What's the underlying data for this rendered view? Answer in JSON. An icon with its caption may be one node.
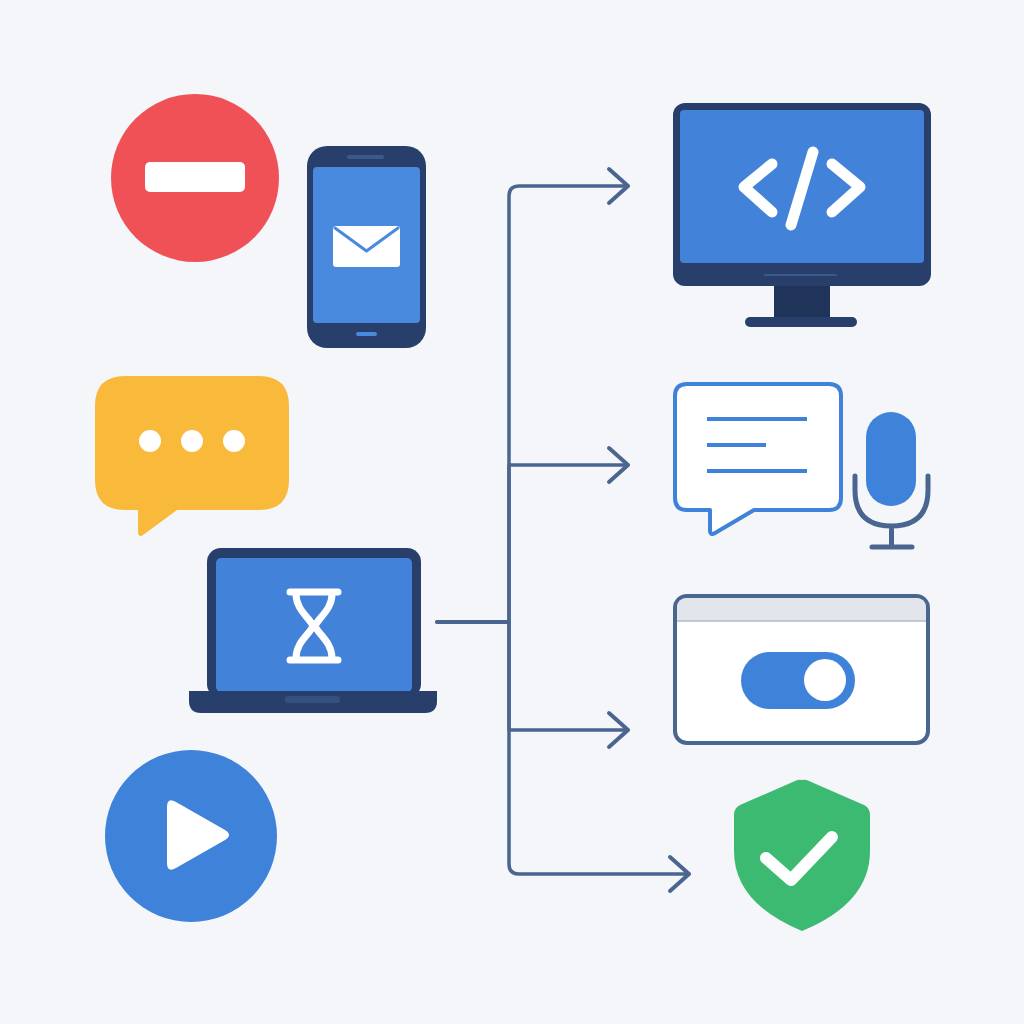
{
  "diagram": {
    "nodes": [
      {
        "text": [],
        "shape": "picture"
      },
      {
        "text": [],
        "shape": "picture"
      },
      {
        "text": [],
        "shape": "picture"
      },
      {
        "text": [],
        "shape": "picture"
      },
      {
        "text": [],
        "shape": "picture"
      },
      {
        "text": [],
        "shape": "picture"
      },
      {
        "text": [],
        "shape": "picture"
      },
      {
        "text": [],
        "shape": "picture"
      },
      {
        "text": [],
        "shape": "picture"
      },
      {
        "text": [],
        "shape": "picture"
      }
    ],
    "edges": [
      {
        "from": 3,
        "to": 5,
        "arrow": "to"
      },
      {
        "from": 3,
        "to": 6,
        "arrow": "to"
      },
      {
        "from": 3,
        "to": 8,
        "arrow": "to"
      },
      {
        "from": 3,
        "to": 9,
        "arrow": "to"
      }
    ]
  }
}
